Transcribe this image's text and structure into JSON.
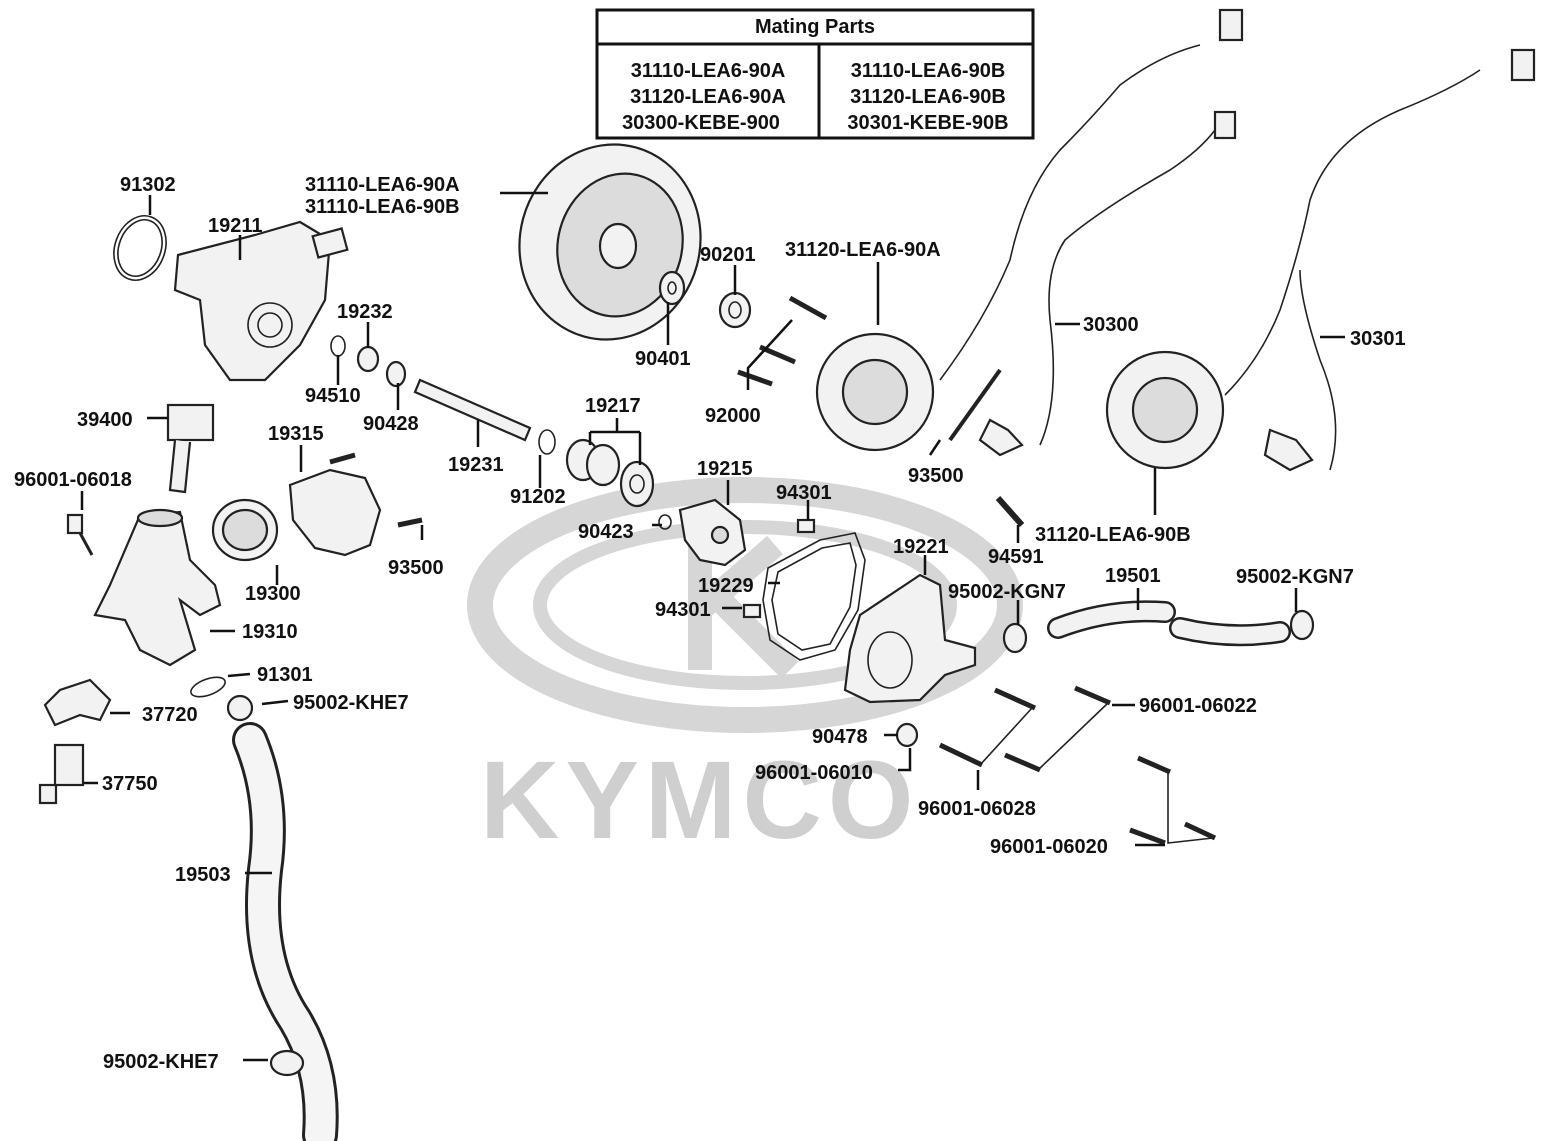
{
  "watermark": {
    "brand": "KYMCO"
  },
  "mating_table": {
    "title": "Mating Parts",
    "left": [
      "31110-LEA6-90A",
      "31120-LEA6-90A",
      "30300-KEBE-900"
    ],
    "right": [
      "31110-LEA6-90B",
      "31120-LEA6-90B",
      "30301-KEBE-90B"
    ]
  },
  "labels": {
    "p91302": "91302",
    "p19211": "19211",
    "p31110a": "31110-LEA6-90A",
    "p31110b": "31110-LEA6-90B",
    "p90201": "90201",
    "p31120a": "31120-LEA6-90A",
    "p19232": "19232",
    "p94510": "94510",
    "p90428": "90428",
    "p90401": "90401",
    "p92000": "92000",
    "p30300": "30300",
    "p30301": "30301",
    "p39400": "39400",
    "p19315": "19315",
    "p19217": "19217",
    "p19231": "19231",
    "p9600106018": "96001-06018",
    "p91202": "91202",
    "p93500a": "93500",
    "p93500b": "93500",
    "p19215": "19215",
    "p94301a": "94301",
    "p90423": "90423",
    "p31120b": "31120-LEA6-90B",
    "p94591": "94591",
    "p19221": "19221",
    "p19300": "19300",
    "p19229": "19229",
    "p95002kgn7a": "95002-KGN7",
    "p19501": "19501",
    "p95002kgn7b": "95002-KGN7",
    "p94301b": "94301",
    "p19310": "19310",
    "p91301": "91301",
    "p95002khe7a": "95002-KHE7",
    "p37720": "37720",
    "p9600106022": "96001-06022",
    "p90478": "90478",
    "p9600106010": "96001-06010",
    "p37750": "37750",
    "p9600106028": "96001-06028",
    "p9600106020": "96001-06020",
    "p19503": "19503",
    "p95002khe7b": "95002-KHE7"
  }
}
